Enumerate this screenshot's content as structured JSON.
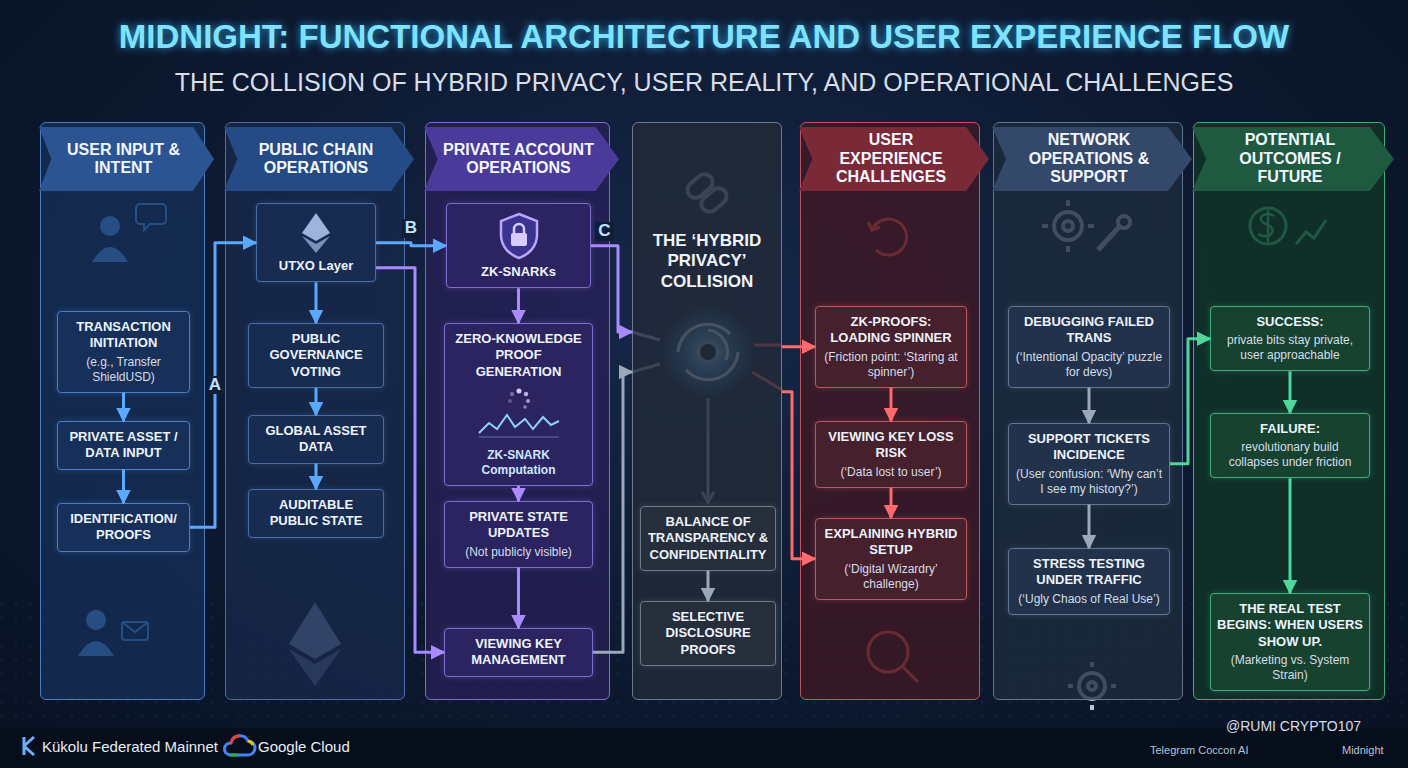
{
  "diagram": {
    "title": "MIDNIGHT: FUNCTIONAL ARCHITECTURE AND USER EXPERIENCE FLOW",
    "caption": "THE COLLISION OF HYBRID PRIVACY, USER REALITY, AND OPERATIONAL CHALLENGES",
    "nodes": [
      {
        "text": [
          "USER INPUT & INTENT"
        ]
      },
      {
        "text": [
          "TRANSACTION INITIATION",
          "(e.g., Transfer ShieldUSD)"
        ],
        "in": 0
      },
      {
        "text": [
          "PRIVATE ASSET / DATA INPUT"
        ],
        "in": 0
      },
      {
        "text": [
          "IDENTIFICATION/ PROOFS"
        ],
        "in": 0
      },
      {
        "text": [
          "PUBLIC CHAIN OPERATIONS"
        ]
      },
      {
        "text": [
          "UTXO Layer"
        ],
        "in": 4
      },
      {
        "text": [
          "PUBLIC GOVERNANCE VOTING"
        ],
        "in": 4
      },
      {
        "text": [
          "GLOBAL ASSET DATA"
        ],
        "in": 4
      },
      {
        "text": [
          "AUDITABLE PUBLIC STATE"
        ],
        "in": 4
      },
      {
        "text": [
          "PRIVATE ACCOUNT OPERATIONS"
        ]
      },
      {
        "text": [
          "ZK-SNARKs"
        ],
        "in": 9
      },
      {
        "text": [
          "ZERO-KNOWLEDGE PROOF GENERATION",
          "ZK-SNARK Computation"
        ],
        "in": 9
      },
      {
        "text": [
          "PRIVATE STATE UPDATES",
          "(Not publicly visible)"
        ],
        "in": 9
      },
      {
        "text": [
          "VIEWING KEY MANAGEMENT"
        ],
        "in": 9
      },
      {
        "text": [
          "THE ‘HYBRID PRIVACY’ COLLISION"
        ]
      },
      {
        "text": [
          "BALANCE OF TRANSPARENCY & CONFIDENTIALITY"
        ],
        "in": 14
      },
      {
        "text": [
          "SELECTIVE DISCLOSURE PROOFS"
        ],
        "in": 14
      },
      {
        "text": [
          "USER EXPERIENCE CHALLENGES"
        ]
      },
      {
        "text": [
          "ZK-PROOFS: LOADING SPINNER",
          "(Friction point: ‘Staring at spinner’)"
        ],
        "in": 17
      },
      {
        "text": [
          "VIEWING KEY LOSS RISK",
          "(‘Data lost to user’)"
        ],
        "in": 17
      },
      {
        "text": [
          "EXPLAINING HYBRID SETUP",
          "(‘Digital Wizardry’ challenge)"
        ],
        "in": 17
      },
      {
        "text": [
          "NETWORK OPERATIONS & SUPPORT"
        ]
      },
      {
        "text": [
          "DEBUGGING FAILED TRANS",
          "(‘Intentional Opacity’ puzzle for devs)"
        ],
        "in": 21
      },
      {
        "text": [
          "SUPPORT TICKETS INCIDENCE",
          "(User confusion: ‘Why can’t I see my history?’)"
        ],
        "in": 21
      },
      {
        "text": [
          "STRESS TESTING UNDER TRAFFIC",
          "(‘Ugly Chaos of Real Use’)"
        ],
        "in": 21
      },
      {
        "text": [
          "POTENTIAL OUTCOMES / FUTURE"
        ]
      },
      {
        "text": [
          "SUCCESS:",
          "private bits stay private, user approachable"
        ],
        "in": 25
      },
      {
        "text": [
          "FAILURE:",
          "revolutionary build collapses under friction"
        ],
        "in": 25
      },
      {
        "text": [
          "THE REAL TEST BEGINS: WHEN USERS SHOW UP.",
          "(Marketing vs. System Strain)"
        ],
        "in": 25
      }
    ],
    "edges": [
      {
        "from": 1,
        "to": 2,
        "arrow": "to"
      },
      {
        "from": 2,
        "to": 3,
        "arrow": "to"
      },
      {
        "from": 3,
        "to": 5,
        "label": "A",
        "arrow": "to"
      },
      {
        "from": 5,
        "to": 6,
        "arrow": "to"
      },
      {
        "from": 6,
        "to": 7,
        "arrow": "to"
      },
      {
        "from": 7,
        "to": 8,
        "arrow": "to"
      },
      {
        "from": 5,
        "to": 10,
        "label": "B",
        "arrow": "to"
      },
      {
        "from": 5,
        "to": 13,
        "arrow": "to"
      },
      {
        "from": 10,
        "to": 11,
        "arrow": "to"
      },
      {
        "from": 11,
        "to": 12,
        "arrow": "to"
      },
      {
        "from": 12,
        "to": 13,
        "arrow": "to"
      },
      {
        "from": 10,
        "to": 14,
        "label": "C",
        "arrow": "to"
      },
      {
        "from": 13,
        "to": 14,
        "arrow": "to"
      },
      {
        "from": 15,
        "to": 16,
        "arrow": "to"
      },
      {
        "from": 14,
        "to": 18,
        "arrow": "to"
      },
      {
        "from": 14,
        "to": 20,
        "arrow": "to"
      },
      {
        "from": 18,
        "to": 19,
        "arrow": "to"
      },
      {
        "from": 19,
        "to": 20,
        "arrow": "to"
      },
      {
        "from": 22,
        "to": 23,
        "arrow": "to"
      },
      {
        "from": 23,
        "to": 24,
        "arrow": "to"
      },
      {
        "from": 23,
        "to": 26,
        "arrow": "to"
      },
      {
        "from": 26,
        "to": 27,
        "arrow": "to"
      },
      {
        "from": 27,
        "to": 28,
        "arrow": "to"
      }
    ],
    "labels": [
      "Kükolu Federated Mainnet",
      "Google Cloud",
      "@RUMI CRYPTO107",
      "Telegram Coccon AI",
      "Midnight"
    ]
  }
}
